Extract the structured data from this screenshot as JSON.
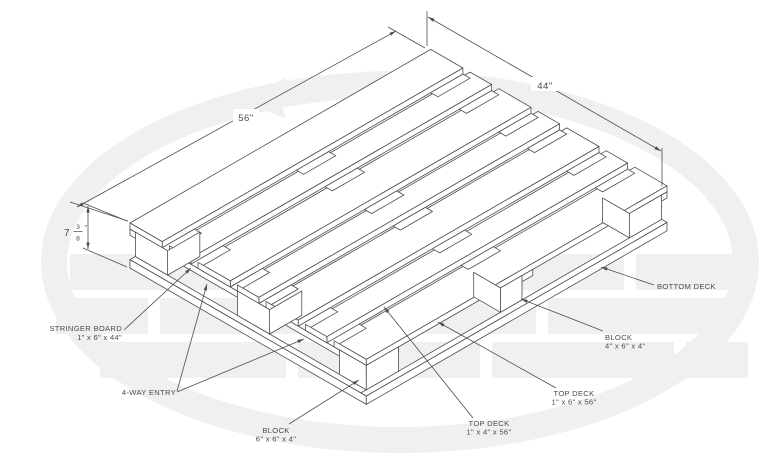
{
  "diagram": {
    "line_color": "#4d4d4d",
    "text_color": "#4a4a4a",
    "watermark_color": "#f0f0f0",
    "dimensions": {
      "length": "56\"",
      "width": "44\"",
      "height_whole": "7",
      "height_numer": "3",
      "height_denom": "8",
      "height_mark": "\""
    },
    "labels": {
      "stringer_board": {
        "line1": "STRINGER BOARD",
        "line2": "1\" x 6\" x 44\""
      },
      "four_way_entry": {
        "line1": "4-WAY ENTRY"
      },
      "block_corner": {
        "line1": "BLOCK",
        "line2": "6\" x 6\" x 4\""
      },
      "top_deck_narrow": {
        "line1": "TOP DECK",
        "line2": "1\" x 4\" x 56\""
      },
      "top_deck_wide": {
        "line1": "TOP DECK",
        "line2": "1\" x 6\" x 56\""
      },
      "block_side": {
        "line1": "BLOCK",
        "line2": "4\" x 6\" x 4\""
      },
      "bottom_deck": {
        "line1": "BOTTOM DECK"
      }
    }
  }
}
